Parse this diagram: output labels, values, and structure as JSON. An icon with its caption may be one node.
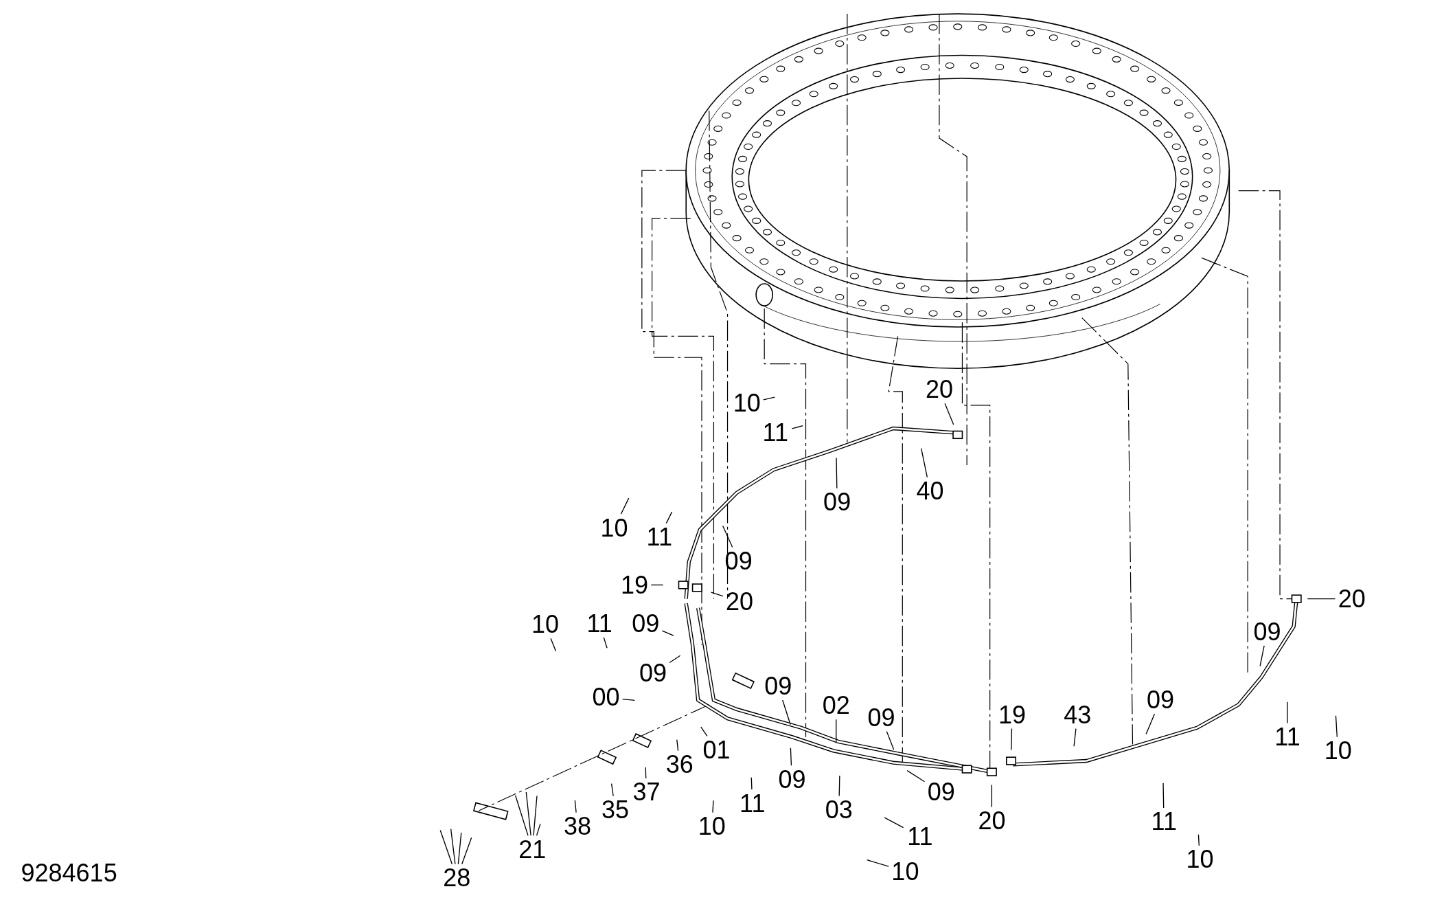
{
  "diagram": {
    "nodes": [
      {
        "text": [
          "10"
        ]
      },
      {
        "text": [
          "11"
        ]
      },
      {
        "text": [
          "09"
        ]
      },
      {
        "text": [
          "20"
        ]
      },
      {
        "text": [
          "40"
        ]
      },
      {
        "text": [
          "10"
        ]
      },
      {
        "text": [
          "11"
        ]
      },
      {
        "text": [
          "09"
        ]
      },
      {
        "text": [
          "19"
        ]
      },
      {
        "text": [
          "20"
        ]
      },
      {
        "text": [
          "10"
        ]
      },
      {
        "text": [
          "11"
        ]
      },
      {
        "text": [
          "09"
        ]
      },
      {
        "text": [
          "09"
        ]
      },
      {
        "text": [
          "00"
        ]
      },
      {
        "text": [
          "09"
        ]
      },
      {
        "text": [
          "02"
        ]
      },
      {
        "text": [
          "09"
        ]
      },
      {
        "text": [
          "19"
        ]
      },
      {
        "text": [
          "43"
        ]
      },
      {
        "text": [
          "09"
        ]
      },
      {
        "text": [
          "09"
        ]
      },
      {
        "text": [
          "20"
        ]
      },
      {
        "text": [
          "01"
        ]
      },
      {
        "text": [
          "36"
        ]
      },
      {
        "text": [
          "37"
        ]
      },
      {
        "text": [
          "35"
        ]
      },
      {
        "text": [
          "38"
        ]
      },
      {
        "text": [
          "09"
        ]
      },
      {
        "text": [
          "11"
        ]
      },
      {
        "text": [
          "10"
        ]
      },
      {
        "text": [
          "03"
        ]
      },
      {
        "text": [
          "09"
        ]
      },
      {
        "text": [
          "20"
        ]
      },
      {
        "text": [
          "11"
        ]
      },
      {
        "text": [
          "10"
        ]
      },
      {
        "text": [
          "11"
        ]
      },
      {
        "text": [
          "10"
        ]
      },
      {
        "text": [
          "11"
        ]
      },
      {
        "text": [
          "10"
        ]
      },
      {
        "text": [
          "21"
        ]
      },
      {
        "text": [
          "28"
        ]
      }
    ],
    "edges": [
      {
        "from": 0,
        "to": null,
        "arrow": "none"
      },
      {
        "from": 1,
        "to": null,
        "arrow": "none"
      },
      {
        "from": 2,
        "to": null,
        "arrow": "none"
      },
      {
        "from": 3,
        "to": null,
        "arrow": "none"
      },
      {
        "from": 4,
        "to": null,
        "arrow": "none"
      },
      {
        "from": 5,
        "to": null,
        "arrow": "none"
      },
      {
        "from": 6,
        "to": null,
        "arrow": "none"
      },
      {
        "from": 7,
        "to": null,
        "arrow": "none"
      },
      {
        "from": 8,
        "to": null,
        "arrow": "none"
      },
      {
        "from": 9,
        "to": null,
        "arrow": "none"
      },
      {
        "from": 10,
        "to": null,
        "arrow": "none"
      },
      {
        "from": 11,
        "to": null,
        "arrow": "none"
      },
      {
        "from": 12,
        "to": null,
        "arrow": "none"
      },
      {
        "from": 13,
        "to": null,
        "arrow": "none"
      },
      {
        "from": 14,
        "to": null,
        "arrow": "none"
      },
      {
        "from": 15,
        "to": null,
        "arrow": "none"
      },
      {
        "from": 16,
        "to": null,
        "arrow": "none"
      },
      {
        "from": 17,
        "to": null,
        "arrow": "none"
      },
      {
        "from": 18,
        "to": null,
        "arrow": "none"
      },
      {
        "from": 19,
        "to": null,
        "arrow": "none"
      },
      {
        "from": 20,
        "to": null,
        "arrow": "none"
      },
      {
        "from": 21,
        "to": null,
        "arrow": "none"
      },
      {
        "from": 22,
        "to": null,
        "arrow": "none"
      },
      {
        "from": 23,
        "to": null,
        "arrow": "none"
      },
      {
        "from": 24,
        "to": null,
        "arrow": "none"
      },
      {
        "from": 25,
        "to": null,
        "arrow": "none"
      },
      {
        "from": 26,
        "to": null,
        "arrow": "none"
      },
      {
        "from": 27,
        "to": null,
        "arrow": "none"
      },
      {
        "from": 28,
        "to": null,
        "arrow": "none"
      },
      {
        "from": 29,
        "to": null,
        "arrow": "none"
      },
      {
        "from": 30,
        "to": null,
        "arrow": "none"
      },
      {
        "from": 31,
        "to": null,
        "arrow": "none"
      },
      {
        "from": 32,
        "to": null,
        "arrow": "none"
      },
      {
        "from": 33,
        "to": null,
        "arrow": "none"
      },
      {
        "from": 34,
        "to": null,
        "arrow": "none"
      },
      {
        "from": 35,
        "to": null,
        "arrow": "none"
      },
      {
        "from": 36,
        "to": null,
        "arrow": "none"
      },
      {
        "from": 37,
        "to": null,
        "arrow": "none"
      },
      {
        "from": 38,
        "to": null,
        "arrow": "none"
      },
      {
        "from": 39,
        "to": null,
        "arrow": "none"
      },
      {
        "from": 40,
        "to": null,
        "arrow": "none"
      },
      {
        "from": 40,
        "to": null,
        "arrow": "none"
      },
      {
        "from": 40,
        "to": null,
        "arrow": "none"
      },
      {
        "from": 40,
        "to": null,
        "arrow": "none"
      },
      {
        "from": 41,
        "to": null,
        "arrow": "none"
      },
      {
        "from": 41,
        "to": null,
        "arrow": "none"
      },
      {
        "from": 41,
        "to": null,
        "arrow": "none"
      },
      {
        "from": 41,
        "to": null,
        "arrow": "none"
      }
    ],
    "labels": [
      "9284615"
    ]
  }
}
